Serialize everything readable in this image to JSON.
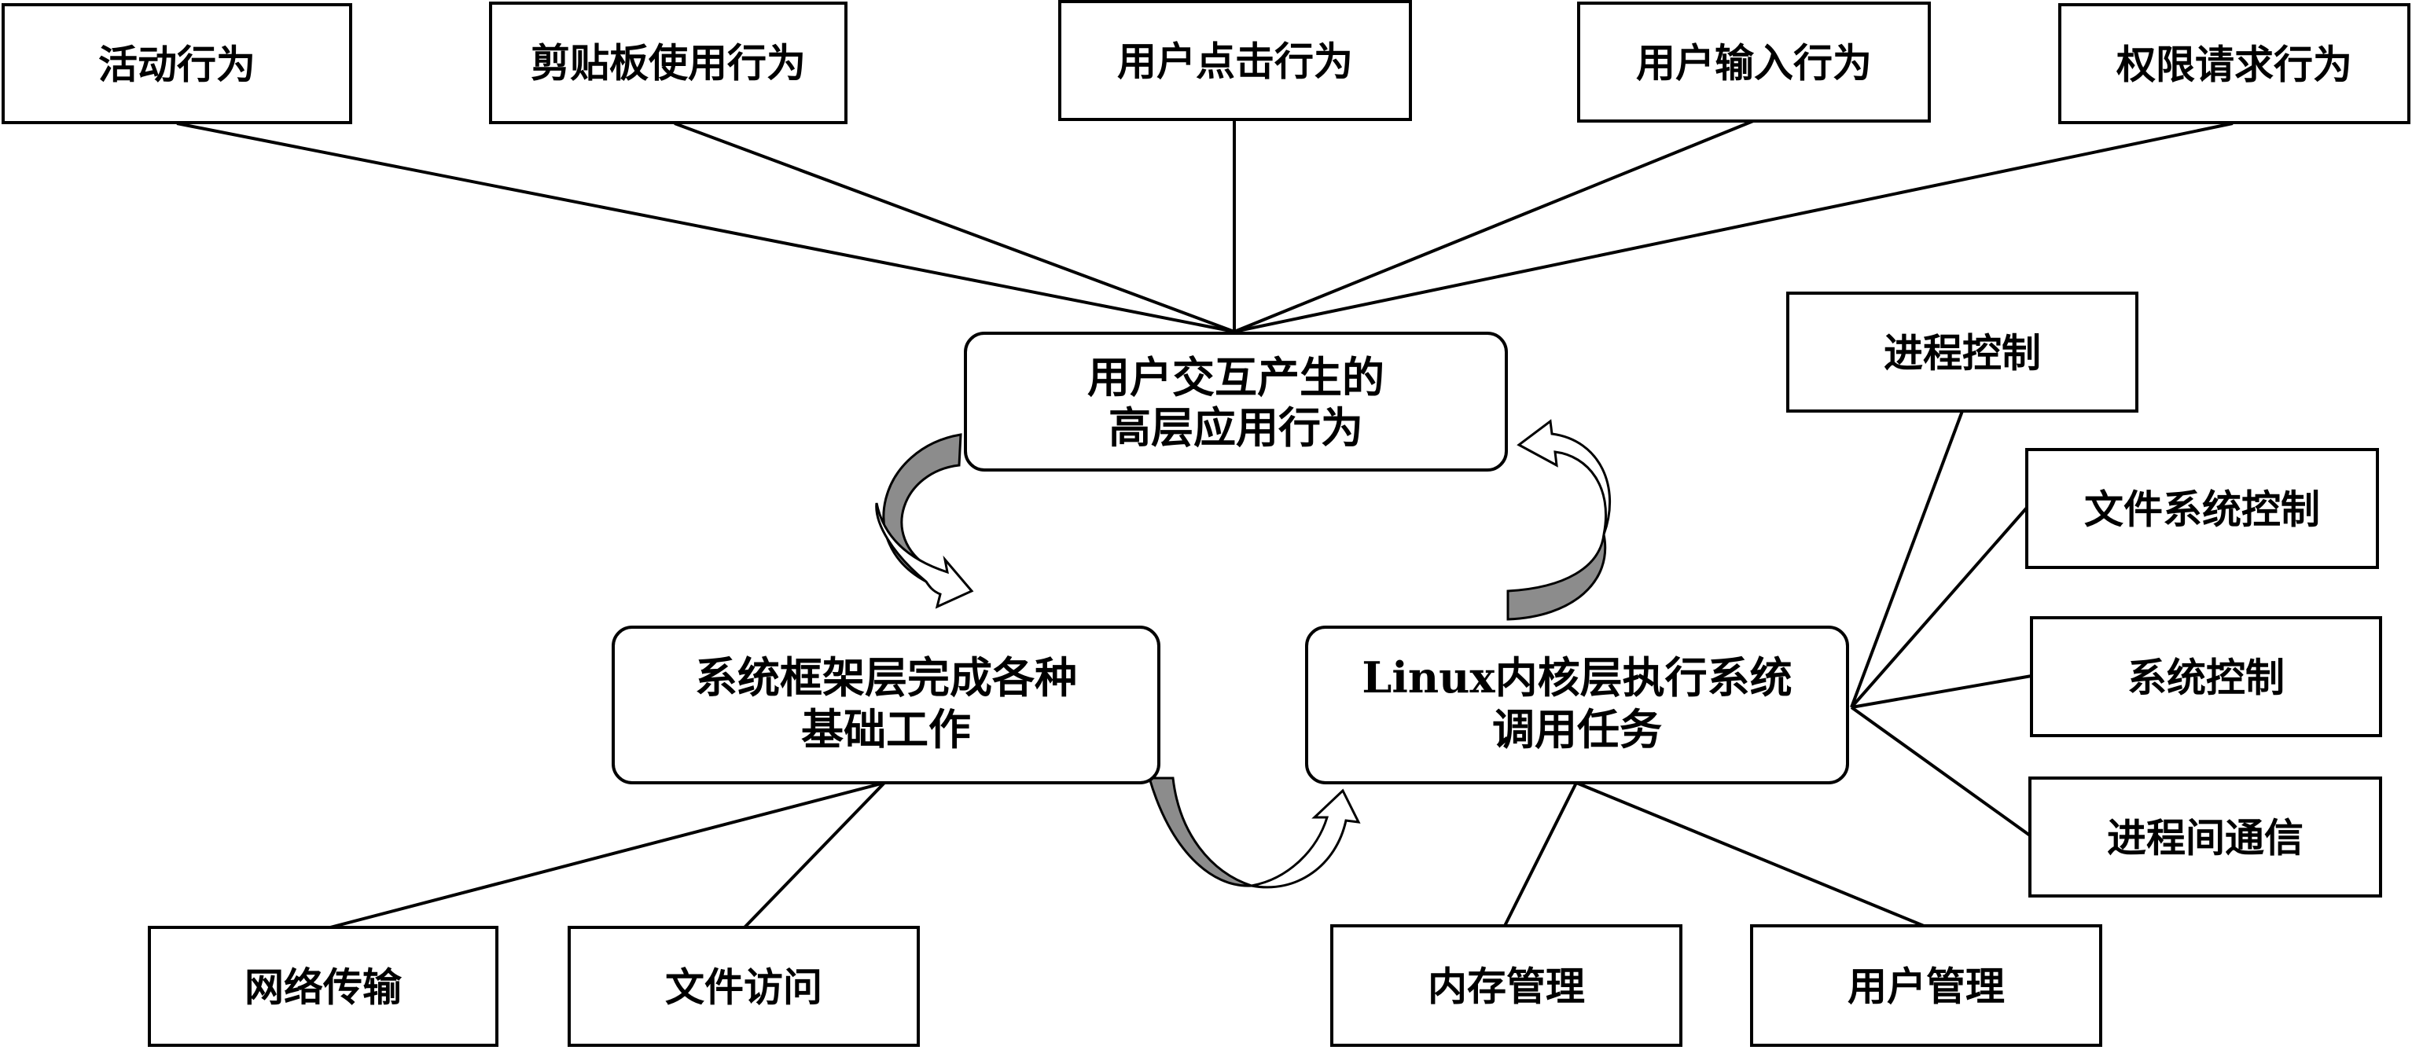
{
  "top_leaves": [
    "活动行为",
    "剪贴板使用行为",
    "用户点击行为",
    "用户输入行为",
    "权限请求行为"
  ],
  "center": {
    "line1": "用户交互产生的",
    "line2": "高层应用行为"
  },
  "framework": {
    "line1": "系统框架层完成各种",
    "line2": "基础工作"
  },
  "kernel": {
    "line1": "Linux内核层执行系统",
    "line2": "调用任务"
  },
  "framework_leaves": [
    "网络传输",
    "文件访问"
  ],
  "kernel_bottom_leaves": [
    "内存管理",
    "用户管理"
  ],
  "kernel_right_leaves": [
    "进程控制",
    "文件系统控制",
    "系统控制",
    "进程间通信"
  ],
  "colors": {
    "stroke": "#000000",
    "arrow_shade": "#8c8c8c",
    "background": "#ffffff"
  }
}
